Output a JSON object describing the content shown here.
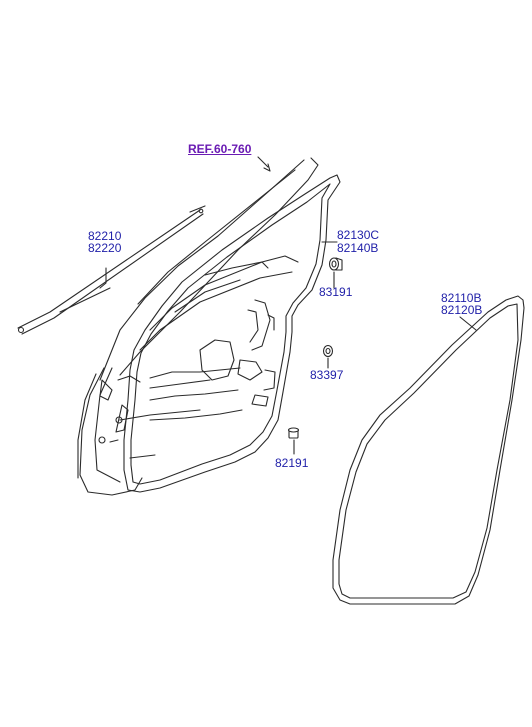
{
  "diagram": {
    "reference_link": "REF.60-760",
    "parts": {
      "door_frame_trim": [
        "82210",
        "82220"
      ],
      "door_weatherstrip": [
        "82130C",
        "82140B"
      ],
      "plug_upper": "83191",
      "plug_lower": "83397",
      "grommet": "82191",
      "body_side_weatherstrip": [
        "82110B",
        "82120B"
      ]
    },
    "colors": {
      "label": "#1f1fa8",
      "reference_link": "#6a1bb3",
      "line": "#2b2b2b"
    }
  }
}
